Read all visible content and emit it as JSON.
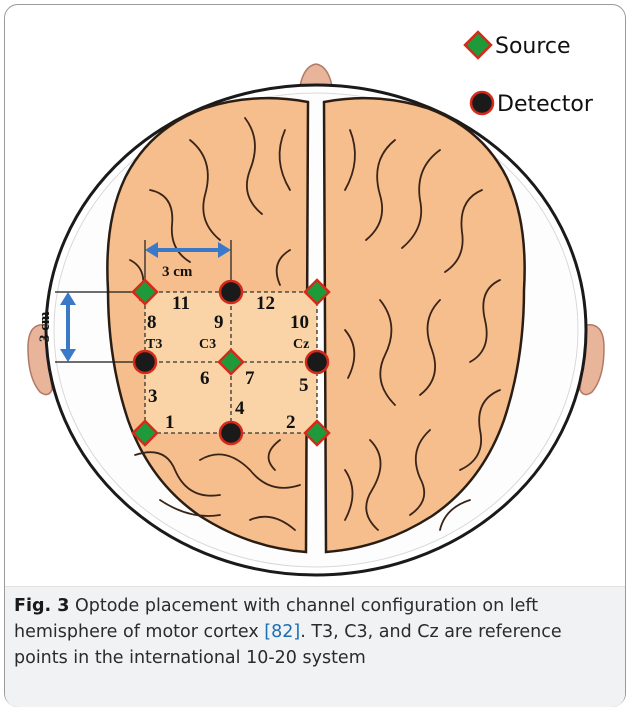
{
  "legend": {
    "source": "Source",
    "detector": "Detector"
  },
  "dimensions": {
    "horizontal": "3 cm",
    "vertical": "3 cm"
  },
  "reference_points": [
    "T3",
    "C3",
    "Cz"
  ],
  "channels": [
    "1",
    "2",
    "3",
    "4",
    "5",
    "6",
    "7",
    "8",
    "9",
    "10",
    "11",
    "12"
  ],
  "caption": {
    "label": "Fig. 3",
    "text_before_ref": " Optode placement with channel configuration on left hemisphere of motor cortex ",
    "ref": "[82]",
    "text_after_ref": ". T3, C3, and Cz are reference points in the international 10-20 system"
  },
  "colors": {
    "source": "#1f9a3a",
    "detector": "#1a1a1a",
    "optode_border": "#d42a1a",
    "brain": "#f5be8c",
    "grid_fill": "#fad3a6",
    "arrow": "#3a78c8"
  }
}
